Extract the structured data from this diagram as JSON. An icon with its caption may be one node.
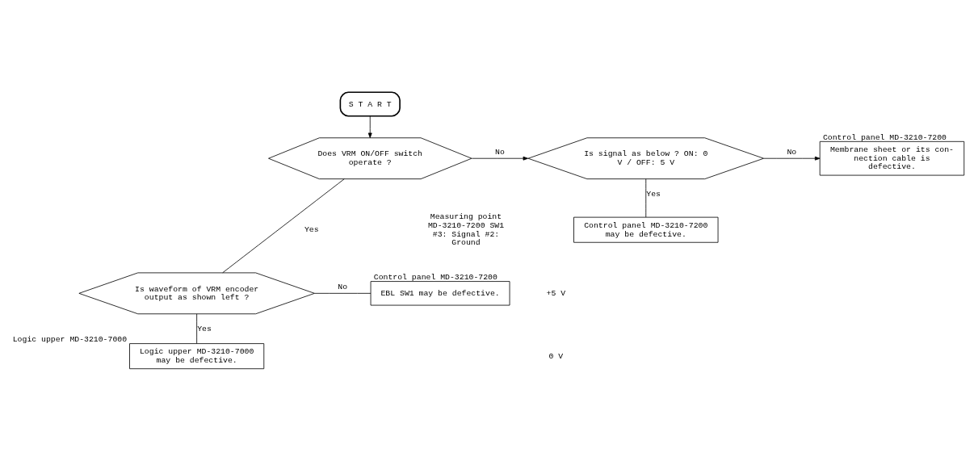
{
  "diagram": {
    "nodes": [
      {
        "text": [
          "S T A R T"
        ]
      },
      {
        "text": [
          "Does VRM ON/OFF switch operate ?"
        ]
      },
      {
        "text": [
          "Is signal as below ? ON: 0 V / OFF: 5 V"
        ]
      },
      {
        "text": [
          "Membrane sheet or its con- nection cable is defective."
        ],
        "beside": [
          "Control panel MD-3210-7200"
        ]
      },
      {
        "text": [
          "Control panel MD-3210-7200 may be defective."
        ]
      },
      {
        "text": [
          "Is waveform of VRM encoder output as shown left ?"
        ]
      },
      {
        "text": [
          "EBL SW1 may be defective."
        ],
        "beside": [
          "Control panel MD-3210-7200"
        ]
      },
      {
        "text": [
          "Logic upper MD-3210-7000 may be defective."
        ],
        "beside": [
          "Logic upper MD-3210-7000"
        ]
      }
    ],
    "edges": [
      {
        "from": 0,
        "to": 1,
        "arrow": "to"
      },
      {
        "from": 1,
        "to": 2,
        "arrow": "to",
        "label": "No"
      },
      {
        "from": 1,
        "to": 5,
        "arrow": "none",
        "label": "Yes"
      },
      {
        "from": 2,
        "to": 3,
        "arrow": "to",
        "label": "No"
      },
      {
        "from": 2,
        "to": 4,
        "arrow": "none",
        "label": "Yes"
      },
      {
        "from": 5,
        "to": 6,
        "arrow": "none",
        "label": "No"
      },
      {
        "from": 5,
        "to": 7,
        "arrow": "none",
        "label": "Yes"
      }
    ],
    "labels": [
      "Measuring point MD-3210-7200 SW1 #3: Signal #2: Ground",
      "+5 V",
      "0 V"
    ]
  }
}
